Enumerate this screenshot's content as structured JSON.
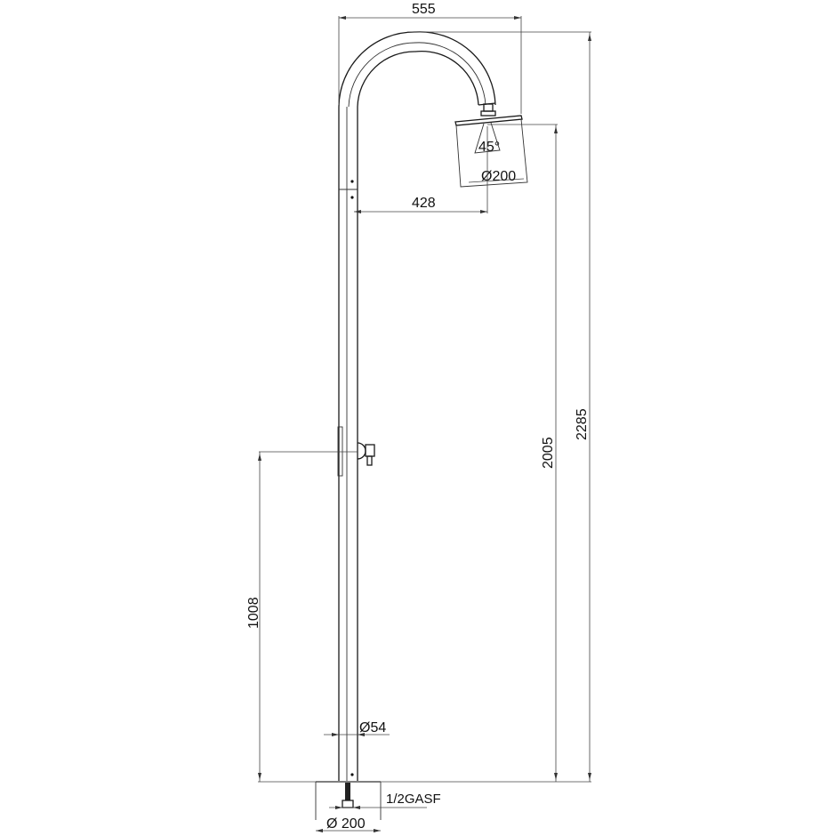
{
  "drawing": {
    "subject": "Outdoor shower column",
    "dimensions": {
      "overall_width": "555",
      "head_offset": "428",
      "overall_height": "2285",
      "head_height": "2005",
      "valve_height": "1008",
      "head_diameter": "Ø200",
      "spray_angle": "45°",
      "column_diameter": "Ø54",
      "base_diameter": "Ø 200",
      "connection": "1/2GASF"
    }
  }
}
